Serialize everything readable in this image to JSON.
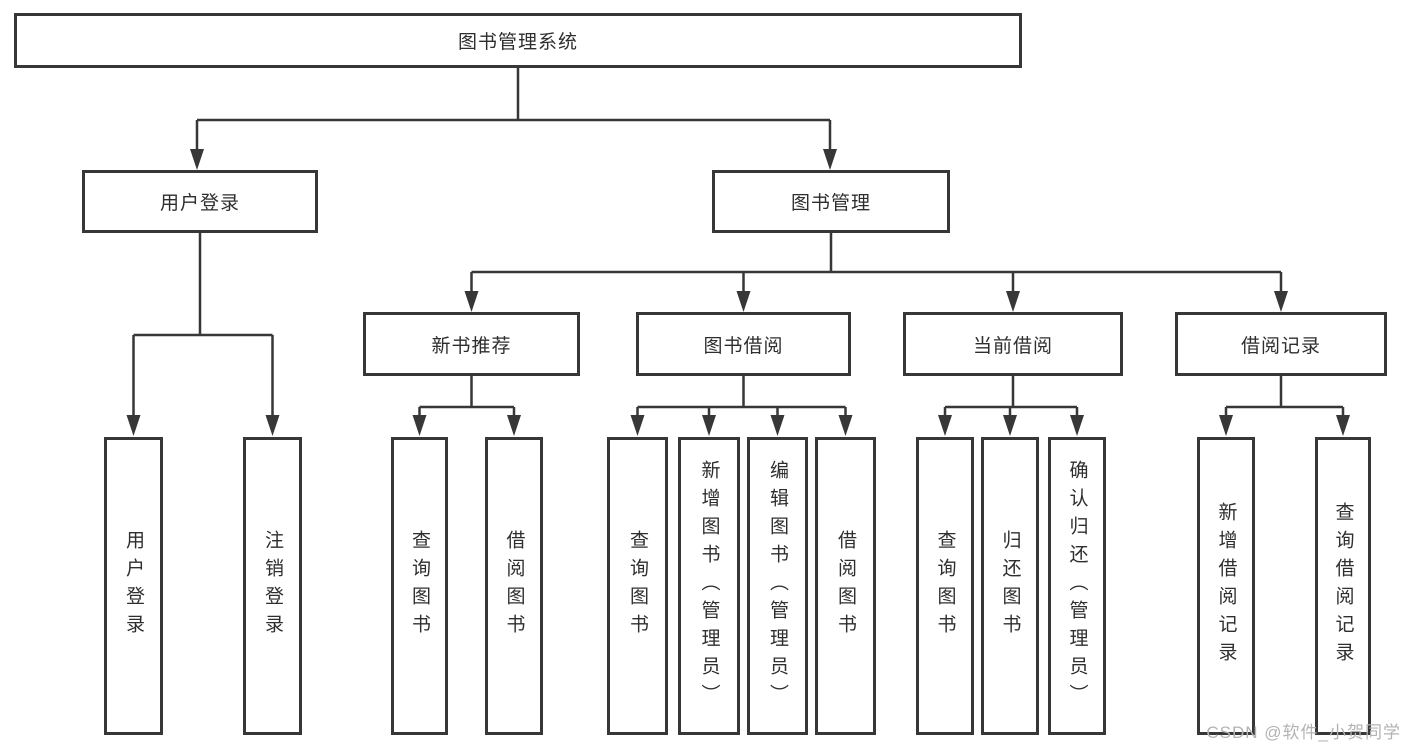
{
  "tree": {
    "root": {
      "label": "图书管理系统",
      "children": [
        {
          "label": "用户登录",
          "children": [
            {
              "label": "用户登录"
            },
            {
              "label": "注销登录"
            }
          ]
        },
        {
          "label": "图书管理",
          "children": [
            {
              "label": "新书推荐",
              "children": [
                {
                  "label": "查询图书"
                },
                {
                  "label": "借阅图书"
                }
              ]
            },
            {
              "label": "图书借阅",
              "children": [
                {
                  "label": "查询图书"
                },
                {
                  "label": "新增图书（管理员）"
                },
                {
                  "label": "编辑图书（管理员）"
                },
                {
                  "label": "借阅图书"
                }
              ]
            },
            {
              "label": "当前借阅",
              "children": [
                {
                  "label": "查询图书"
                },
                {
                  "label": "归还图书"
                },
                {
                  "label": "确认归还（管理员）"
                }
              ]
            },
            {
              "label": "借阅记录",
              "children": [
                {
                  "label": "新增借阅记录"
                },
                {
                  "label": "查询借阅记录"
                }
              ]
            }
          ]
        }
      ]
    }
  },
  "watermark": {
    "text": "CSDN @软件_小贺同学"
  },
  "colors": {
    "line": "#373737",
    "box_border": "#373737",
    "text": "#2e2e2e",
    "watermark": "#b3b3b3",
    "background": "#ffffff"
  }
}
